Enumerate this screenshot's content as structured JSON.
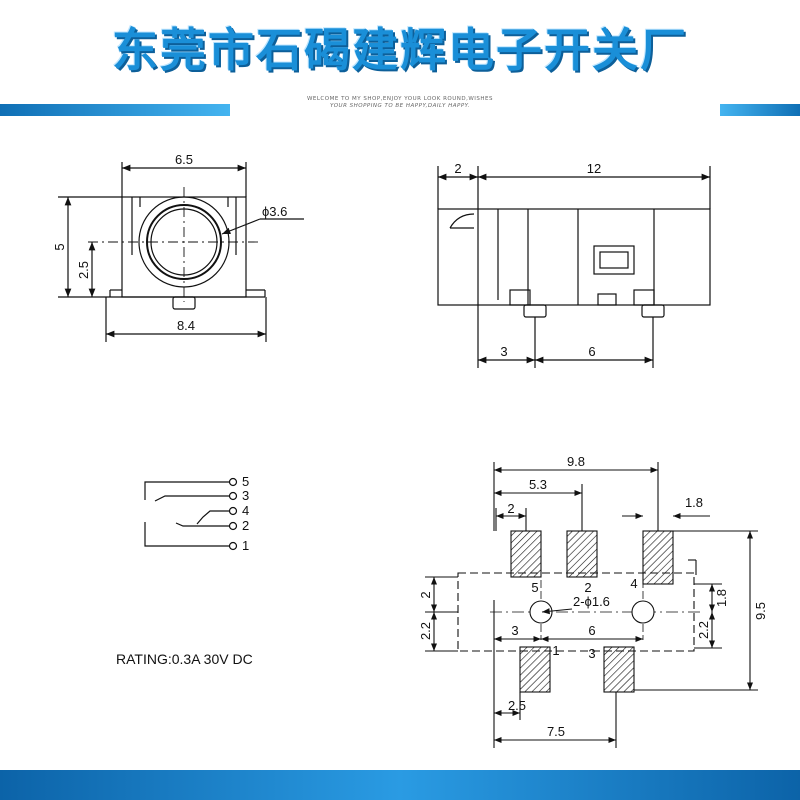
{
  "banner": {
    "title": "东莞市石碣建辉电子开关厂",
    "slogan_line1": "WELCOME TO MY SHOP,ENJOY YOUR LOOK ROUND,WISHES",
    "slogan_line2": "YOUR SHOPPING TO BE HAPPY,DAILY HAPPY."
  },
  "front_view": {
    "width_top": "6.5",
    "height": "5",
    "center_height": "2.5",
    "width_bottom": "8.4",
    "hole_diameter": "ϕ3.6"
  },
  "side_view": {
    "front_offset": "2",
    "length": "12",
    "pin_offset": "3",
    "pin_spacing": "6"
  },
  "schematic": {
    "pins": [
      "5",
      "3",
      "4",
      "2",
      "1"
    ]
  },
  "rating": "RATING:0.3A 30V DC",
  "footprint": {
    "overall_width": "9.8",
    "pad_span": "5.3",
    "pad_width": "2",
    "pad_right_width": "1.8",
    "overall_height": "9.5",
    "left_upper": "2",
    "left_lower": "2.2",
    "right_upper": "1.8",
    "right_lower": "2.2",
    "hole_label": "2-ϕ1.6",
    "hole_offset": "3",
    "hole_spacing": "6",
    "bottom_pad": "2.5",
    "bottom_span": "7.5",
    "pin_labels": {
      "p5": "5",
      "p2": "2",
      "p4": "4",
      "p1": "1",
      "p3": "3"
    }
  }
}
